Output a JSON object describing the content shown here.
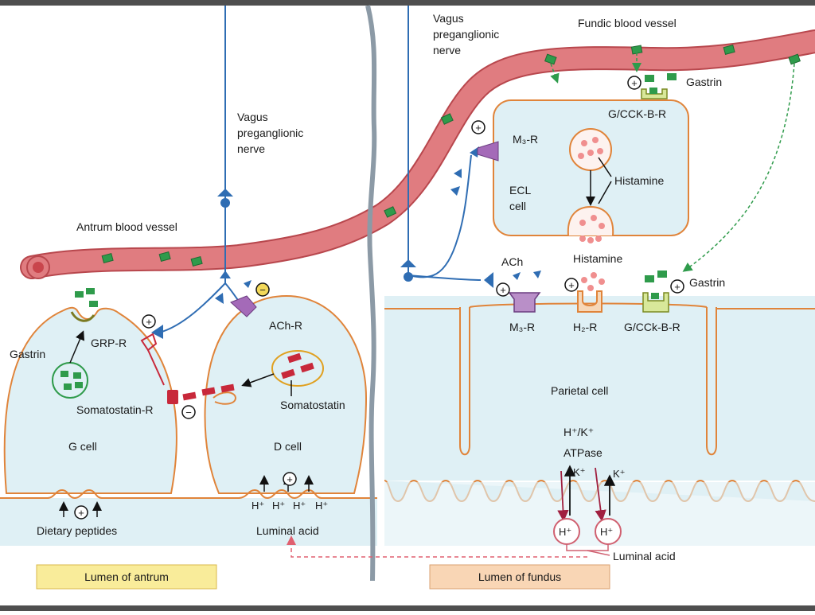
{
  "colors": {
    "frame": "#4f4f4f",
    "vessel": "#e07c80",
    "vessel_edge": "#b8474d",
    "cell_fill": "#dff0f5",
    "cell_edge": "#e0843a",
    "nerve": "#2f6db3",
    "gastrin_green": "#2f9b4b",
    "somatostatin_red": "#c8283a",
    "histamine_pink": "#f08f8f",
    "membrane_sep": "#8c9aa6",
    "antrum_box": "#f9ec9a",
    "fundus_box": "#f9d6b5"
  },
  "labels": {
    "vagus_left": [
      "Vagus",
      "preganglionic",
      "nerve"
    ],
    "vagus_right": [
      "Vagus",
      "preganglionic",
      "nerve"
    ],
    "antrum_vessel": "Antrum blood vessel",
    "fundic_vessel": "Fundic blood  vessel",
    "gastrin_g": "Gastrin",
    "grp_r": "GRP-R",
    "somatostatin_r": "Somatostatin-R",
    "g_cell": "G cell",
    "ach_r": "ACh-R",
    "somatostatin": "Somatostatin",
    "d_cell": "D cell",
    "dietary_peptides": "Dietary peptides",
    "luminal_acid_left": "Luminal acid",
    "hplus": "H⁺",
    "gastrin_top": "Gastrin",
    "g_cck_top": "G/CCK-B-R",
    "m3r_ecl": "M₃-R",
    "histamine_in": "Histamine",
    "ecl_cell": [
      "ECL",
      "cell"
    ],
    "ach": "ACh",
    "histamine_out": "Histamine",
    "gastrin_right": "Gastrin",
    "m3r_parietal": "M₃-R",
    "h2r": "H₂-R",
    "g_cck_parietal": "G/CCk-B-R",
    "parietal_cell": "Parietal cell",
    "pump": [
      "H⁺/K⁺",
      "ATPase"
    ],
    "kplus": "K⁺",
    "luminal_acid_right": "Luminal acid",
    "plus": "+",
    "minus": "−"
  },
  "boxes": {
    "antrum": "Lumen of antrum",
    "fundus": "Lumen of fundus"
  }
}
